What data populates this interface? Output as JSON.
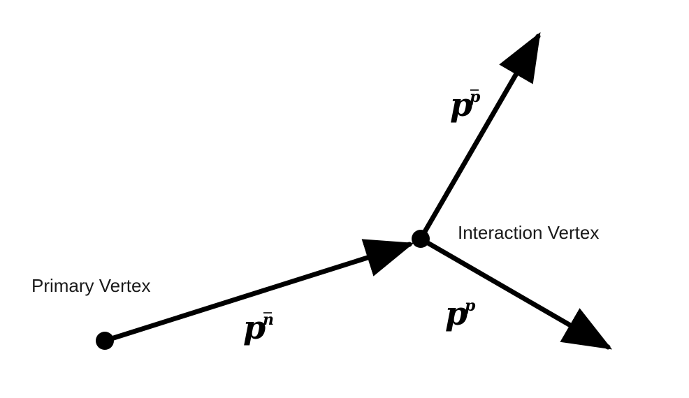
{
  "diagram": {
    "vertices": {
      "primary": {
        "label": "Primary Vertex"
      },
      "interaction": {
        "label": "Interaction Vertex"
      }
    },
    "momenta": {
      "incoming": {
        "base": "p",
        "superscript": "n",
        "superscript_bar": true
      },
      "outgoing_upper": {
        "base": "p",
        "superscript": "p",
        "superscript_bar": true
      },
      "outgoing_lower": {
        "base": "p",
        "superscript": "p",
        "superscript_bar": false
      }
    },
    "colors": {
      "line": "#000000",
      "text": "#1a1a1a",
      "background": "#ffffff"
    }
  }
}
